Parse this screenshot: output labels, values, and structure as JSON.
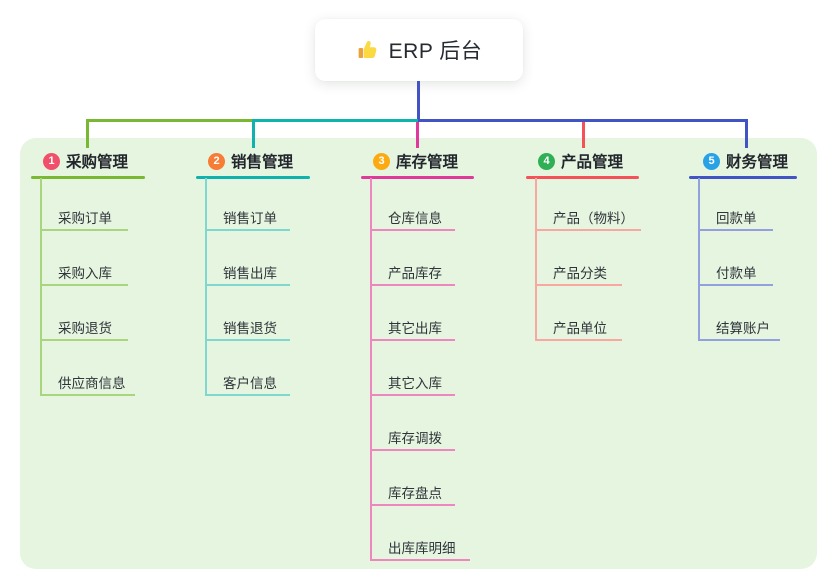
{
  "root": {
    "label": "ERP 后台",
    "icon": "thumbs-up-icon"
  },
  "colors": {
    "connector": "#4254c5",
    "panel_bg": "#e6f5e0",
    "card_bg": "#ffffff"
  },
  "branches": [
    {
      "num": "1",
      "label": "采购管理",
      "color": "#79b832",
      "light_color": "#a9d57f",
      "badge_color": "#f0506a",
      "children": [
        "采购订单",
        "采购入库",
        "采购退货",
        "供应商信息"
      ]
    },
    {
      "num": "2",
      "label": "销售管理",
      "color": "#0fb2ad",
      "light_color": "#7fd8cf",
      "badge_color": "#f77c35",
      "children": [
        "销售订单",
        "销售出库",
        "销售退货",
        "客户信息"
      ]
    },
    {
      "num": "3",
      "label": "库存管理",
      "color": "#e0399c",
      "light_color": "#ee86c0",
      "badge_color": "#fbab11",
      "children": [
        "仓库信息",
        "产品库存",
        "其它出库",
        "其它入库",
        "库存调拨",
        "库存盘点",
        "出库库明细"
      ]
    },
    {
      "num": "4",
      "label": "产品管理",
      "color": "#f65058",
      "light_color": "#f9a7a1",
      "badge_color": "#2fb054",
      "children": [
        "产品（物料）",
        "产品分类",
        "产品单位"
      ]
    },
    {
      "num": "5",
      "label": "财务管理",
      "color": "#4254c5",
      "light_color": "#92a0dd",
      "badge_color": "#29a2e5",
      "children": [
        "回款单",
        "付款单",
        "结算账户"
      ]
    }
  ]
}
